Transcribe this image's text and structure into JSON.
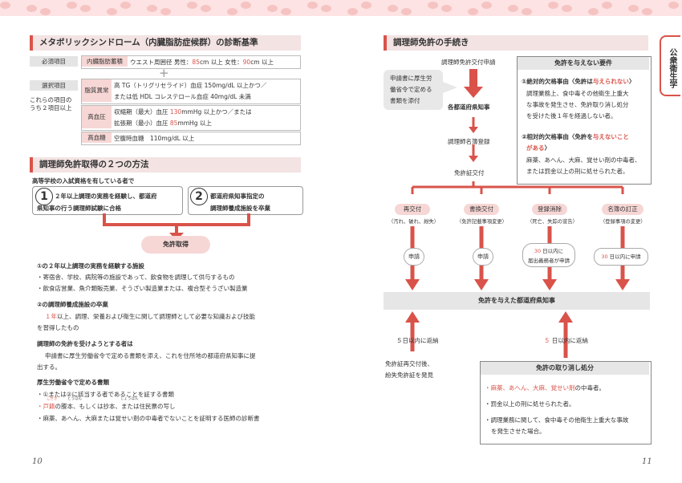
{
  "left": {
    "section1_title": "メタボリックシンドローム（内臓脂肪症候群）の診断基準",
    "required_label": "必須項目",
    "required_item": "内臓脂肪蓄積",
    "required_text_a": "ウエスト周囲径 男性：",
    "required_male": "85",
    "required_text_b": "cm 以上 女性：",
    "required_female": "90",
    "required_text_c": "cm 以上",
    "plus": "+",
    "select_label": "選択項目",
    "select_note_1": "これらの項目の",
    "select_note_2": "うち２項目以上",
    "lipid_label": "脂質異常",
    "lipid_line1": "高 TG（トリグリセライド）血症 150mg/dL 以上かつ／",
    "lipid_line2": "または低 HDL コレステロール血症 40mg/dL 未満",
    "bp_label": "高血圧",
    "bp_line1_a": "収縮期（最大）血圧 ",
    "bp_line1_v": "130",
    "bp_line1_b": "mmHg 以上かつ／または",
    "bp_line2_a": "拡張期（最小）血圧 ",
    "bp_line2_v": "85",
    "bp_line2_b": "mmHg 以上",
    "sugar_label": "高血糖",
    "sugar_text": "空腹時血糖　110mg/dL 以上",
    "section2_title": "調理師免許取得の２つの方法",
    "intro": "高等学校の入試資格を有している者で",
    "method1_num": "1",
    "method1_l1": "２年以上調理の実務を経験し、都道府",
    "method1_l2": "県知事の行う調理師試験に合格",
    "method2_num": "2",
    "method2_l1": "都道府県知事指定の",
    "method2_l2": "調理師養成施設を卒業",
    "license_get": "免許取得",
    "h1": "①の２年以上調理の実務を経験する施設",
    "h1_b1": "・寄宿舎、学校、病院等の施設であって、飲食物を調理して供与するもの",
    "h1_b2": "・飲食店営業、魚介類販売業、そうざい製造業または、複合型そうざい製造業",
    "h2": "②の調理師養成施設の卒業",
    "h2_red": "１年",
    "h2_l1": "以上、調理、栄養および衛生に関して調理師として必要な知識および技能",
    "h2_l2": "を習得したもの",
    "h3": "調理師の免許を受けようとする者は",
    "h3_l1": "申請書に厚生労働省令で定める書類を添え、これを住所地の都道府県知事に提",
    "h3_l2": "出する。",
    "h4": "厚生労働省令で定める書類",
    "h4_b1": "・①または②に該当する者であることを証する書類",
    "h4_b2_red": "・戸籍",
    "h4_b2": "の謄本、もしくは抄本、または住民票の写し",
    "h4_b3": "・麻薬、あへん、大麻または覚せい剤の中毒者でないことを証明する医師の診断書",
    "ruby1": "こせき",
    "ruby2": "とうほん",
    "ruby3": "しょうほん",
    "page": "10"
  },
  "right": {
    "section_title": "調理師免許の手続き",
    "side_tab": "公衆衛生学",
    "apply": "調理師免許交付申請",
    "attach_1": "申請書に厚生労",
    "attach_2": "働省令で定める",
    "attach_3": "書類を添付",
    "governor": "各都道府県知事",
    "register": "調理師名簿登録",
    "issue": "免許証交付",
    "b1": "再交付",
    "b1s": "（汚れ、破れ、紛失）",
    "b2": "書換交付",
    "b2s": "（免許記載事項変更）",
    "b3": "登録消除",
    "b3s": "（死亡、失踪の宣告）",
    "b4": "名簿の訂正",
    "b4s": "（登録事項の変更）",
    "apply_short": "申請",
    "apply_short2": "申請",
    "d30a_red": "30",
    "d30a": " 日以内に",
    "d30a2": "届出義務者が申請",
    "d30b_red": "30",
    "d30b": " 日以内に申請",
    "gave": "免許を与えた都道府県知事",
    "return5a": "５日以内に返納",
    "return5b_red": "５",
    "return5b": " 日以内に返納",
    "after_1": "免許証再交付後、",
    "after_2": "紛失免許証を発見",
    "ng_title": "免許を与えない要件",
    "ng1_head": "①絶対的欠格事由〈免許は",
    "ng1_red": "与えられない",
    "ng1_tail": "〉",
    "ng1_l1": "調理業務上、食中毒その他衛生上重大",
    "ng1_l2": "な事故を発生させ、免許取り消し処分",
    "ng1_l3": "を受けた後１年を経過しない者。",
    "ng2_head": "②相対的欠格事由〈免許を",
    "ng2_red1": "与えないこと",
    "ng2_red2": "がある",
    "ng2_tail": "〉",
    "ng2_l1": "麻薬、あへん、大麻、覚せい剤の中毒者、",
    "ng2_l2": "または罰金以上の刑に処せられた者。",
    "cancel_title": "免許の取り消し処分",
    "c1_red": "・麻薬、あへん、大麻、覚せい剤",
    "c1": "の中毒者。",
    "c2": "・罰金以上の刑に処せられた者。",
    "c3_l1": "・調理業務に関して、食中毒その他衛生上重大な事故",
    "c3_l2": "を発生させた場合。",
    "page": "11"
  },
  "colors": {
    "accent": "#d9534a",
    "pink_band": "#fde3e3"
  }
}
